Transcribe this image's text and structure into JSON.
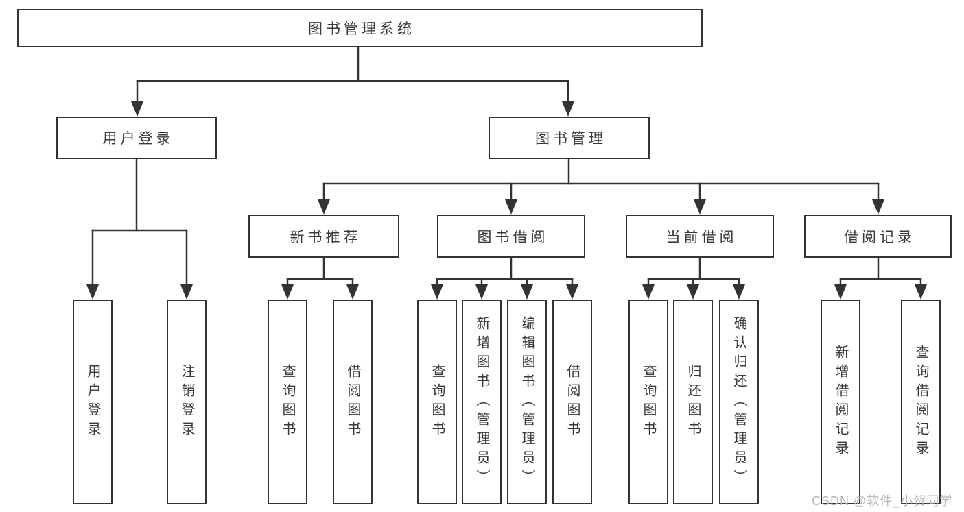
{
  "diagram": {
    "root": {
      "label": "图书管理系统"
    },
    "level2": [
      {
        "label": "用户登录"
      },
      {
        "label": "图书管理"
      }
    ],
    "level3": [
      {
        "label": "新书推荐"
      },
      {
        "label": "图书借阅"
      },
      {
        "label": "当前借阅"
      },
      {
        "label": "借阅记录"
      }
    ],
    "leaves": {
      "user_login": [
        {
          "label": "用户登录"
        },
        {
          "label": "注销登录"
        }
      ],
      "new_book_recommendation": [
        {
          "label": "查询图书"
        },
        {
          "label": "借阅图书"
        }
      ],
      "book_borrowing": [
        {
          "label": "查询图书"
        },
        {
          "label": "新增图书（管理员）"
        },
        {
          "label": "编辑图书（管理员）"
        },
        {
          "label": "借阅图书"
        }
      ],
      "current_borrowing": [
        {
          "label": "查询图书"
        },
        {
          "label": "归还图书"
        },
        {
          "label": "确认归还（管理员）"
        }
      ],
      "borrowing_records": [
        {
          "label": "新增借阅记录"
        },
        {
          "label": "查询借阅记录"
        }
      ]
    }
  },
  "watermark": "CSDN @软件_小贺同学",
  "colors": {
    "line": "#333333",
    "border": "#333333",
    "text": "#3a3a3a",
    "background": "#ffffff",
    "watermark": "#b5b5b5"
  }
}
